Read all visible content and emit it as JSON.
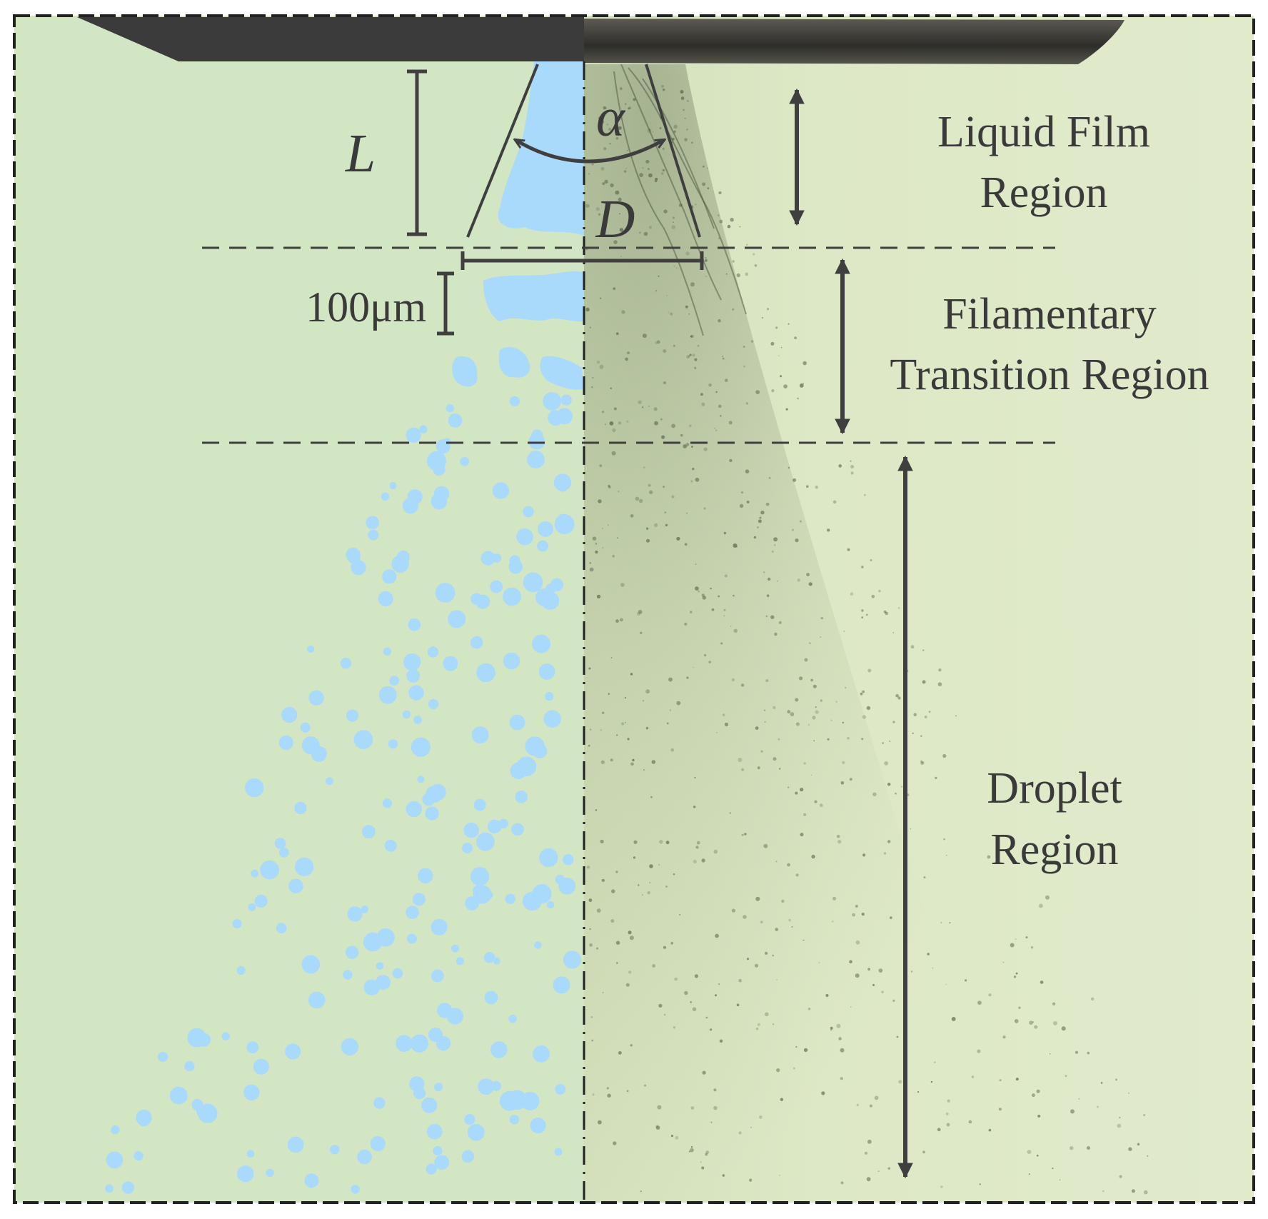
{
  "symbols": {
    "length": "L",
    "angle": "α",
    "diameter": "D"
  },
  "scale_bar": {
    "label": "100μm"
  },
  "regions": {
    "liquid_film": {
      "line1": "Liquid Film",
      "line2": "Region"
    },
    "filamentary": {
      "line1": "Filamentary",
      "line2": "Transition Region"
    },
    "droplet": {
      "line1": "Droplet",
      "line2": "Region"
    }
  },
  "colors": {
    "schematic_background": "#d3e6c4",
    "photo_background": "#dde8c5",
    "liquid": "#a9d9fb",
    "nozzle": "#3b3b3b",
    "annotation": "#3f3f3f"
  }
}
